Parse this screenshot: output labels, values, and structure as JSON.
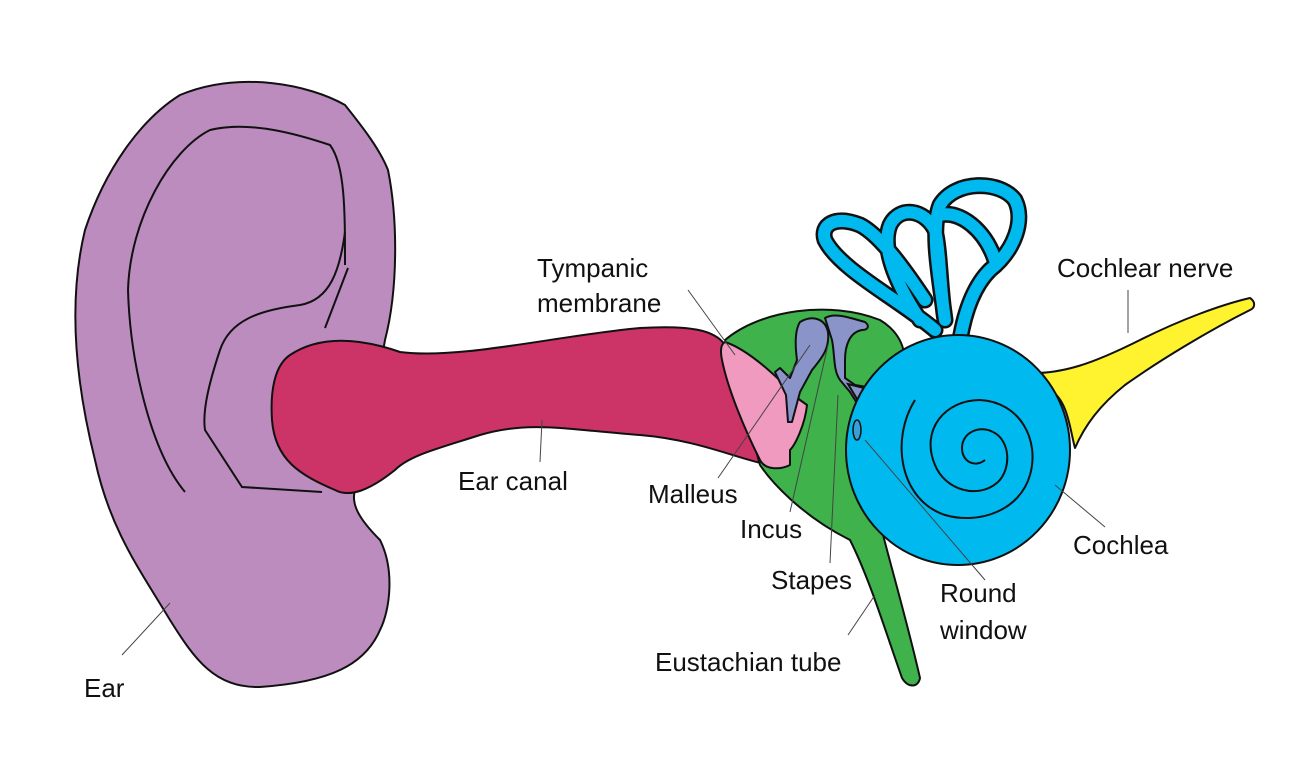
{
  "colors": {
    "outer_ear": "#bc8cbf",
    "ear_canal": "#cc3366",
    "tympanic": "#f09ac0",
    "middle_ear": "#3fb24b",
    "inner_ear": "#00b9ee",
    "ossicles": "#8a94c8",
    "nerve": "#fff22e"
  },
  "labels": {
    "ear": "Ear",
    "ear_canal": "Ear canal",
    "tympanic_1": "Tympanic",
    "tympanic_2": "membrane",
    "malleus": "Malleus",
    "incus": "Incus",
    "stapes": "Stapes",
    "eustachian": "Eustachian tube",
    "round_1": "Round",
    "round_2": "window",
    "cochlea": "Cochlea",
    "cochlear_nerve": "Cochlear nerve"
  }
}
